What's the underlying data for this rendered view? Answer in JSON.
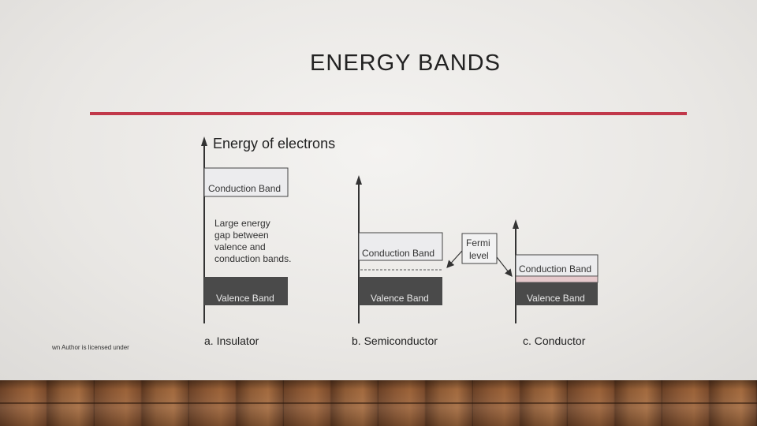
{
  "slide": {
    "title": "ENERGY BANDS",
    "accent_color": "#c1384a",
    "credit": "wn Author is licensed under"
  },
  "diagram": {
    "axis_title": "Energy of electrons",
    "conduction_band_label": "Conduction Band",
    "valence_band_label": "Valence Band",
    "gap_note": [
      "Large energy",
      "gap between",
      "valence and",
      "conduction bands."
    ],
    "fermi_label": [
      "Fermi",
      "level"
    ],
    "captions": {
      "insulator": "a. Insulator",
      "semiconductor": "b. Semiconductor",
      "conductor": "c. Conductor"
    }
  }
}
